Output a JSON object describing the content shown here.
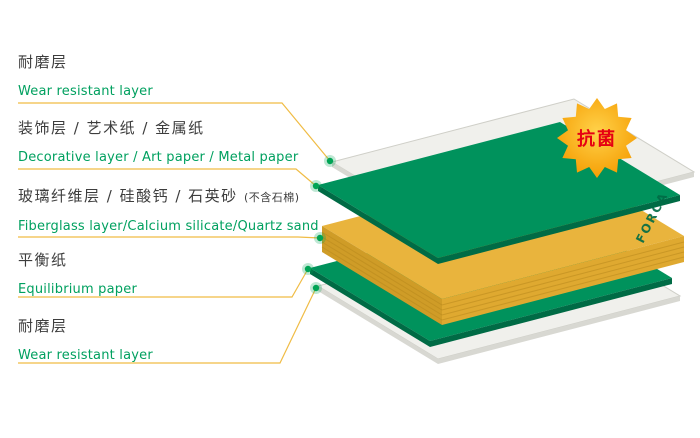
{
  "diagram": {
    "brand": "FORCA",
    "badge": {
      "text": "抗菌"
    },
    "labels": [
      {
        "zh": "耐磨层",
        "en": "Wear resistant layer"
      },
      {
        "zh": "装饰层 / 艺术纸 / 金属纸",
        "en": "Decorative layer / Art paper / Metal paper"
      },
      {
        "zh": "玻璃纤维层 / 硅酸钙 / 石英砂",
        "zh_note": "(不含石棉)",
        "en": "Fiberglass layer/Calcium silicate/Quartz sand"
      },
      {
        "zh": "平衡纸",
        "en": "Equilibrium paper"
      },
      {
        "zh": "耐磨层",
        "en": "Wear resistant layer"
      }
    ],
    "colors": {
      "background": "#ffffff",
      "text_zh": "#3d3d3d",
      "text_en_green": "#00a05f",
      "connector_line": "#f0bc45",
      "connector_dot": "#00a455",
      "layer_green_top": "#00925c",
      "layer_green_side": "#006b45",
      "core_top": "#e9b43d",
      "core_side_left": "#cf9c27",
      "core_side_right": "#dfa930",
      "core_stripe": "#b8891e",
      "sheet_white_top": "#f0f0ec",
      "sheet_white_side": "#d8d8d2",
      "badge_inner": "#ffd24a",
      "badge_outer": "#f59b00",
      "badge_text": "#e60012",
      "brand_text": "#006b45"
    }
  }
}
